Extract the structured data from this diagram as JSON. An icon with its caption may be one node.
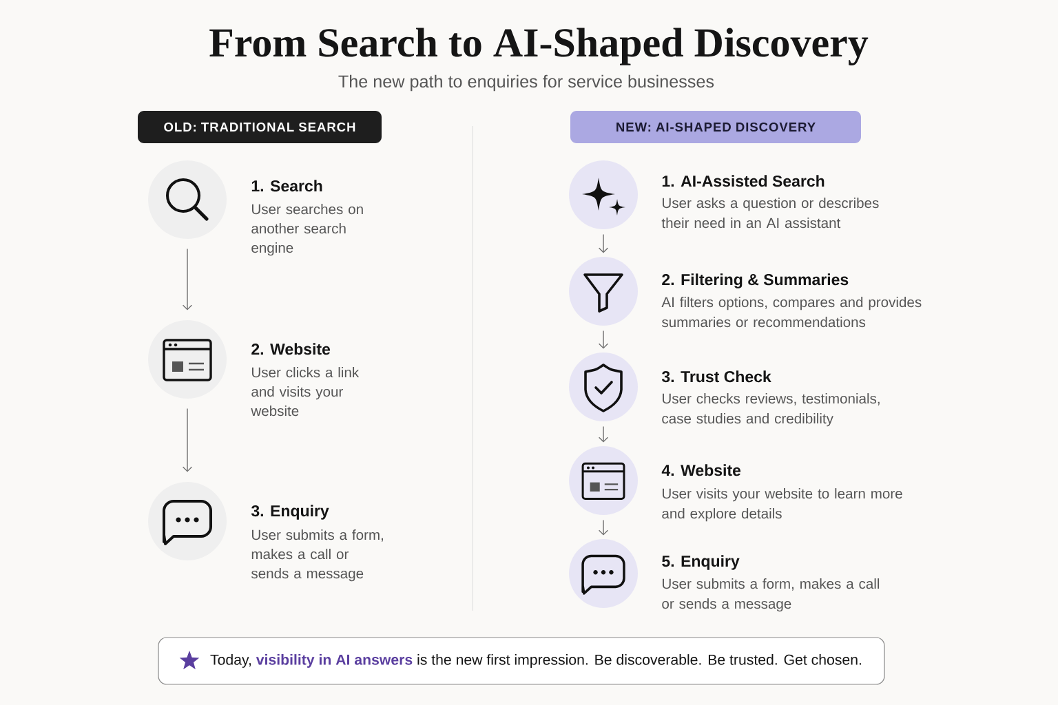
{
  "diagram": {
    "title": "From Search to AI-Shaped Discovery",
    "nodes": [
      {
        "text": [
          "OLD: TRADITIONAL SEARCH"
        ]
      },
      {
        "text": [],
        "shape": "circle",
        "beside": [
          "1. Search",
          "User searches on another search engine"
        ]
      },
      {
        "text": [],
        "shape": "circle",
        "beside": [
          "2. Website",
          "User clicks a link and visits your website"
        ]
      },
      {
        "text": [],
        "shape": "circle",
        "beside": [
          "3. Enquiry",
          "User submits a form, makes a call or sends a message"
        ]
      },
      {
        "text": [
          "NEW: AI-SHAPED DISCOVERY"
        ]
      },
      {
        "text": [],
        "shape": "circle",
        "beside": [
          "1. AI-Assisted Search",
          "User asks a question or describes their need in an AI assistant"
        ]
      },
      {
        "text": [],
        "shape": "circle",
        "beside": [
          "2. Filtering & Summaries",
          "AI filters options, compares and provides summaries or recommendations"
        ]
      },
      {
        "text": [],
        "shape": "circle",
        "beside": [
          "3. Trust Check",
          "User checks reviews, testimonials, case studies and credibility"
        ]
      },
      {
        "text": [],
        "shape": "circle",
        "beside": [
          "4. Website",
          "User visits your website to learn more and explore details"
        ]
      },
      {
        "text": [],
        "shape": "circle",
        "beside": [
          "5. Enquiry",
          "User submits a form, makes a call or sends a message"
        ]
      },
      {
        "text": [
          "Today, **visibility in AI answers** is the new first impression. Be discoverable. Be trusted. Get chosen."
        ]
      }
    ],
    "edges": [
      {
        "from": 1,
        "to": 2,
        "arrow": "to"
      },
      {
        "from": 2,
        "to": 3,
        "arrow": "to"
      },
      {
        "from": 5,
        "to": 6,
        "arrow": "to"
      },
      {
        "from": 6,
        "to": 7,
        "arrow": "to"
      },
      {
        "from": 7,
        "to": 8,
        "arrow": "to"
      },
      {
        "from": 8,
        "to": 9,
        "arrow": "to"
      }
    ],
    "labels": [
      "The new path to enquiries for service businesses"
    ]
  }
}
